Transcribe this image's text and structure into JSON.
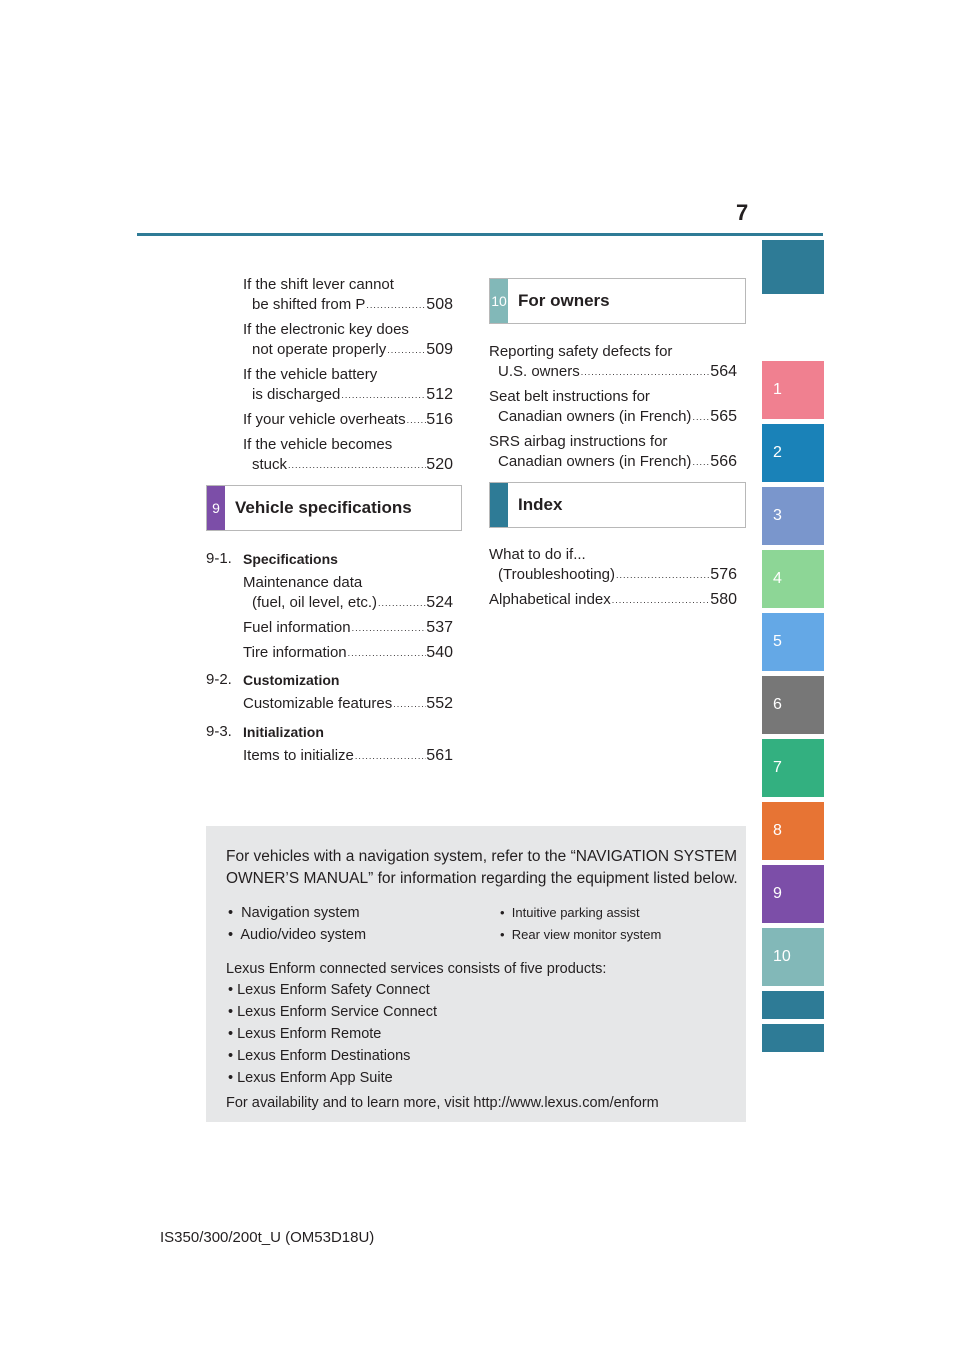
{
  "page_number": "7",
  "side_tabs": [
    {
      "label": "",
      "color": "#2e7b96"
    },
    {
      "label": "1",
      "color": "#f08090"
    },
    {
      "label": "2",
      "color": "#1a82b8"
    },
    {
      "label": "3",
      "color": "#7a96cc"
    },
    {
      "label": "4",
      "color": "#8dd696"
    },
    {
      "label": "5",
      "color": "#64a8e6"
    },
    {
      "label": "6",
      "color": "#777777"
    },
    {
      "label": "7",
      "color": "#33b080"
    },
    {
      "label": "8",
      "color": "#e77434"
    },
    {
      "label": "9",
      "color": "#7c4ea8"
    },
    {
      "label": "10",
      "color": "#82b8b8"
    },
    {
      "label": "",
      "color": "#2e7b96"
    },
    {
      "label": "",
      "color": "#2e7b96"
    }
  ],
  "left_col": {
    "entries_top": [
      {
        "line1": "If the shift lever cannot",
        "line2": "be shifted from P",
        "page": "508"
      },
      {
        "line1": "If the electronic key does",
        "line2": "not operate properly",
        "page": "509"
      },
      {
        "line1": "If the vehicle battery",
        "line2": "is discharged",
        "page": "512"
      },
      {
        "line1": "",
        "line2": "If your vehicle overheats",
        "page": "516"
      },
      {
        "line1": "If the vehicle becomes",
        "line2": "stuck",
        "page": "520"
      }
    ],
    "section": {
      "marker": "9",
      "title": "Vehicle specifications",
      "color": "#7c4ea8"
    },
    "subsections": [
      {
        "num": "9-1.",
        "title": "Specifications"
      },
      {
        "num": "9-2.",
        "title": "Customization"
      },
      {
        "num": "9-3.",
        "title": "Initialization"
      }
    ],
    "entries_9": [
      {
        "line1": "Maintenance data",
        "line2": "(fuel, oil level, etc.)",
        "page": "524"
      },
      {
        "line1": "",
        "line2": "Fuel information",
        "page": "537"
      },
      {
        "line1": "",
        "line2": "Tire information",
        "page": "540"
      },
      {
        "line1": "",
        "line2": "Customizable features",
        "page": "552"
      },
      {
        "line1": "",
        "line2": "Items to initialize",
        "page": "561"
      }
    ]
  },
  "right_col": {
    "section_owners": {
      "marker": "10",
      "title": "For owners",
      "color": "#82b8b8"
    },
    "entries_owners": [
      {
        "line1": "Reporting safety defects for",
        "line2": "U.S. owners",
        "page": "564"
      },
      {
        "line1": "Seat belt instructions for",
        "line2": "Canadian owners (in French)",
        "page": "565"
      },
      {
        "line1": "SRS airbag instructions for",
        "line2": "Canadian owners (in French)",
        "page": "566"
      }
    ],
    "section_index": {
      "marker": "",
      "title": "Index",
      "color": "#2e7b96"
    },
    "entries_index": [
      {
        "line1": "What to do if...",
        "line2": "(Troubleshooting)",
        "page": "576"
      },
      {
        "line1": "",
        "line2": "Alphabetical index",
        "page": "580"
      }
    ]
  },
  "info_box": {
    "intro_line1": "For vehicles with a navigation system, refer to the “NAVIGATION SYSTEM",
    "intro_line2": "OWNER’S MANUAL” for information regarding the equipment listed below.",
    "list_left": [
      "Navigation system",
      "Audio/video system"
    ],
    "list_right": [
      "Intuitive parking assist",
      "Rear view monitor system"
    ],
    "enform_intro": "Lexus Enform connected services consists of five products:",
    "enform_items": [
      "Lexus Enform Safety Connect",
      "Lexus Enform Service Connect",
      "Lexus Enform Remote",
      "Lexus Enform Destinations",
      "Lexus Enform App Suite"
    ],
    "closing": "For availability and to learn more, visit http://www.lexus.com/enform"
  },
  "footer": "IS350/300/200t_U (OM53D18U)"
}
